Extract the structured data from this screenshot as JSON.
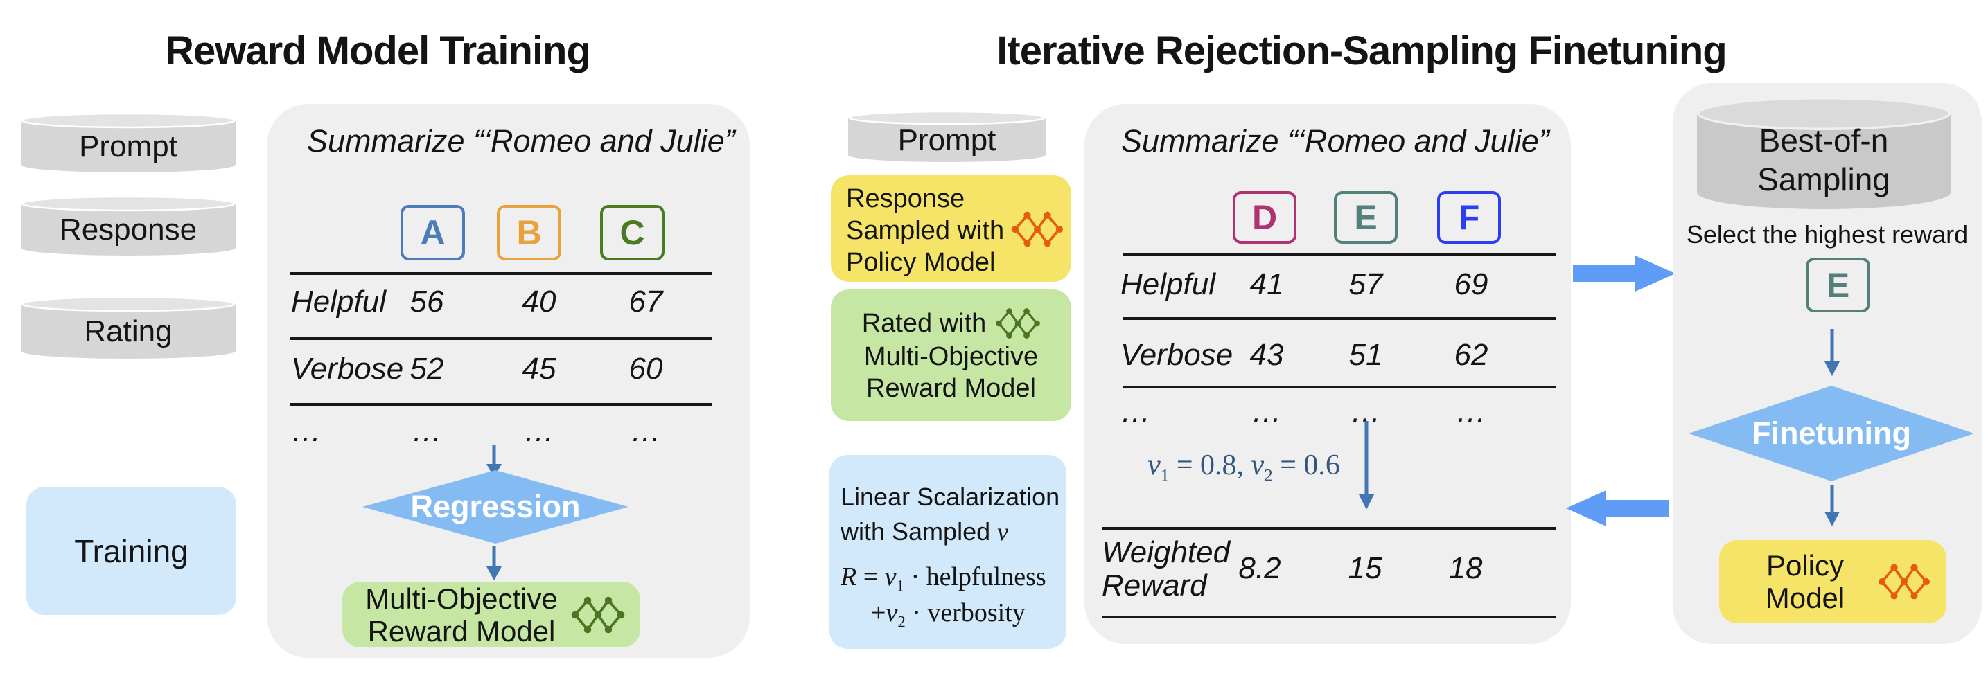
{
  "left_section": {
    "title": "Reward Model Training",
    "databases": [
      {
        "label": "Prompt"
      },
      {
        "label": "Response"
      },
      {
        "label": "Rating"
      }
    ],
    "training_label": "Training",
    "panel": {
      "prompt_text": "Summarize “‘Romeo and Julie”",
      "response_labels": [
        {
          "letter": "A",
          "color": "#4a7dba"
        },
        {
          "letter": "B",
          "color": "#e9a23b"
        },
        {
          "letter": "C",
          "color": "#4a7a21"
        }
      ],
      "table": {
        "rows": [
          {
            "label": "Helpful",
            "values": [
              "56",
              "40",
              "67"
            ]
          },
          {
            "label": "Verbose",
            "values": [
              "52",
              "45",
              "60"
            ]
          },
          {
            "label": "…",
            "values": [
              "…",
              "…",
              "…"
            ]
          }
        ]
      },
      "diamond_label": "Regression",
      "reward_model_box": {
        "line1": "Multi-Objective",
        "line2": "Reward Model",
        "icon": "neural-network-icon"
      }
    }
  },
  "right_section": {
    "title": "Iterative Rejection-Sampling Finetuning",
    "prompt_db_label": "Prompt",
    "sampled_box": {
      "line1": "Response",
      "line2": "Sampled with",
      "line3": "Policy Model",
      "icon": "neural-network-icon"
    },
    "rated_box": {
      "line1": "Rated with",
      "line2": "Multi-Objective",
      "line3": "Reward Model",
      "icon": "neural-network-icon"
    },
    "scalarization_box": {
      "line1": "Linear Scalarization",
      "line2_text": "with Sampled ",
      "line2_var": "v",
      "fR": "R",
      "feq": " = ",
      "fv1": "v",
      "fsub1": "1",
      "fdot1": " · ",
      "fword1": "helpfulness",
      "fplus": "+",
      "fv2": "v",
      "fsub2": "2",
      "fdot2": " · ",
      "fword2": "verbosity"
    },
    "panel": {
      "prompt_text": "Summarize “‘Romeo and Julie”",
      "response_labels": [
        {
          "letter": "D",
          "color": "#b03273"
        },
        {
          "letter": "E",
          "color": "#53807a"
        },
        {
          "letter": "F",
          "color": "#2c3ef2"
        }
      ],
      "table": {
        "rows": [
          {
            "label": "Helpful",
            "values": [
              "41",
              "57",
              "69"
            ]
          },
          {
            "label": "Verbose",
            "values": [
              "43",
              "51",
              "62"
            ]
          },
          {
            "label": "…",
            "values": [
              "…",
              "…",
              "…"
            ]
          }
        ]
      },
      "weights": {
        "wv1": "v",
        "wsub1": "1",
        "weq1": " = 0.8, ",
        "wv2": "v",
        "wsub2": "2",
        "weq2": " = 0.6"
      },
      "weighted_row": {
        "label_line1": "Weighted",
        "label_line2": "Reward",
        "values": [
          "8.2",
          "15",
          "18"
        ]
      }
    },
    "bon_panel": {
      "db_line1": "Best-of-n",
      "db_line2": "Sampling",
      "select_text": "Select the highest reward",
      "selected": {
        "letter": "E",
        "color": "#53807a"
      },
      "diamond_label": "Finetuning",
      "policy_box": {
        "line1": "Policy",
        "line2": "Model",
        "icon": "neural-network-icon"
      }
    }
  },
  "colors": {
    "panel_gray": "#efeff0",
    "database_gray": "#d6d6d6",
    "training_blue": "#d2e9fc",
    "policy_model_yellow": "#f6e468",
    "reward_model_green": "#c6e7a4",
    "diamond_blue": "#85bbf3",
    "flow_arrow_blue": "#5e9cf6",
    "thin_arrow_blue": "#4276b2",
    "math_blue": "#33567f",
    "policy_icon_orange": "#e55c0e",
    "reward_icon_green": "#4a7522"
  }
}
